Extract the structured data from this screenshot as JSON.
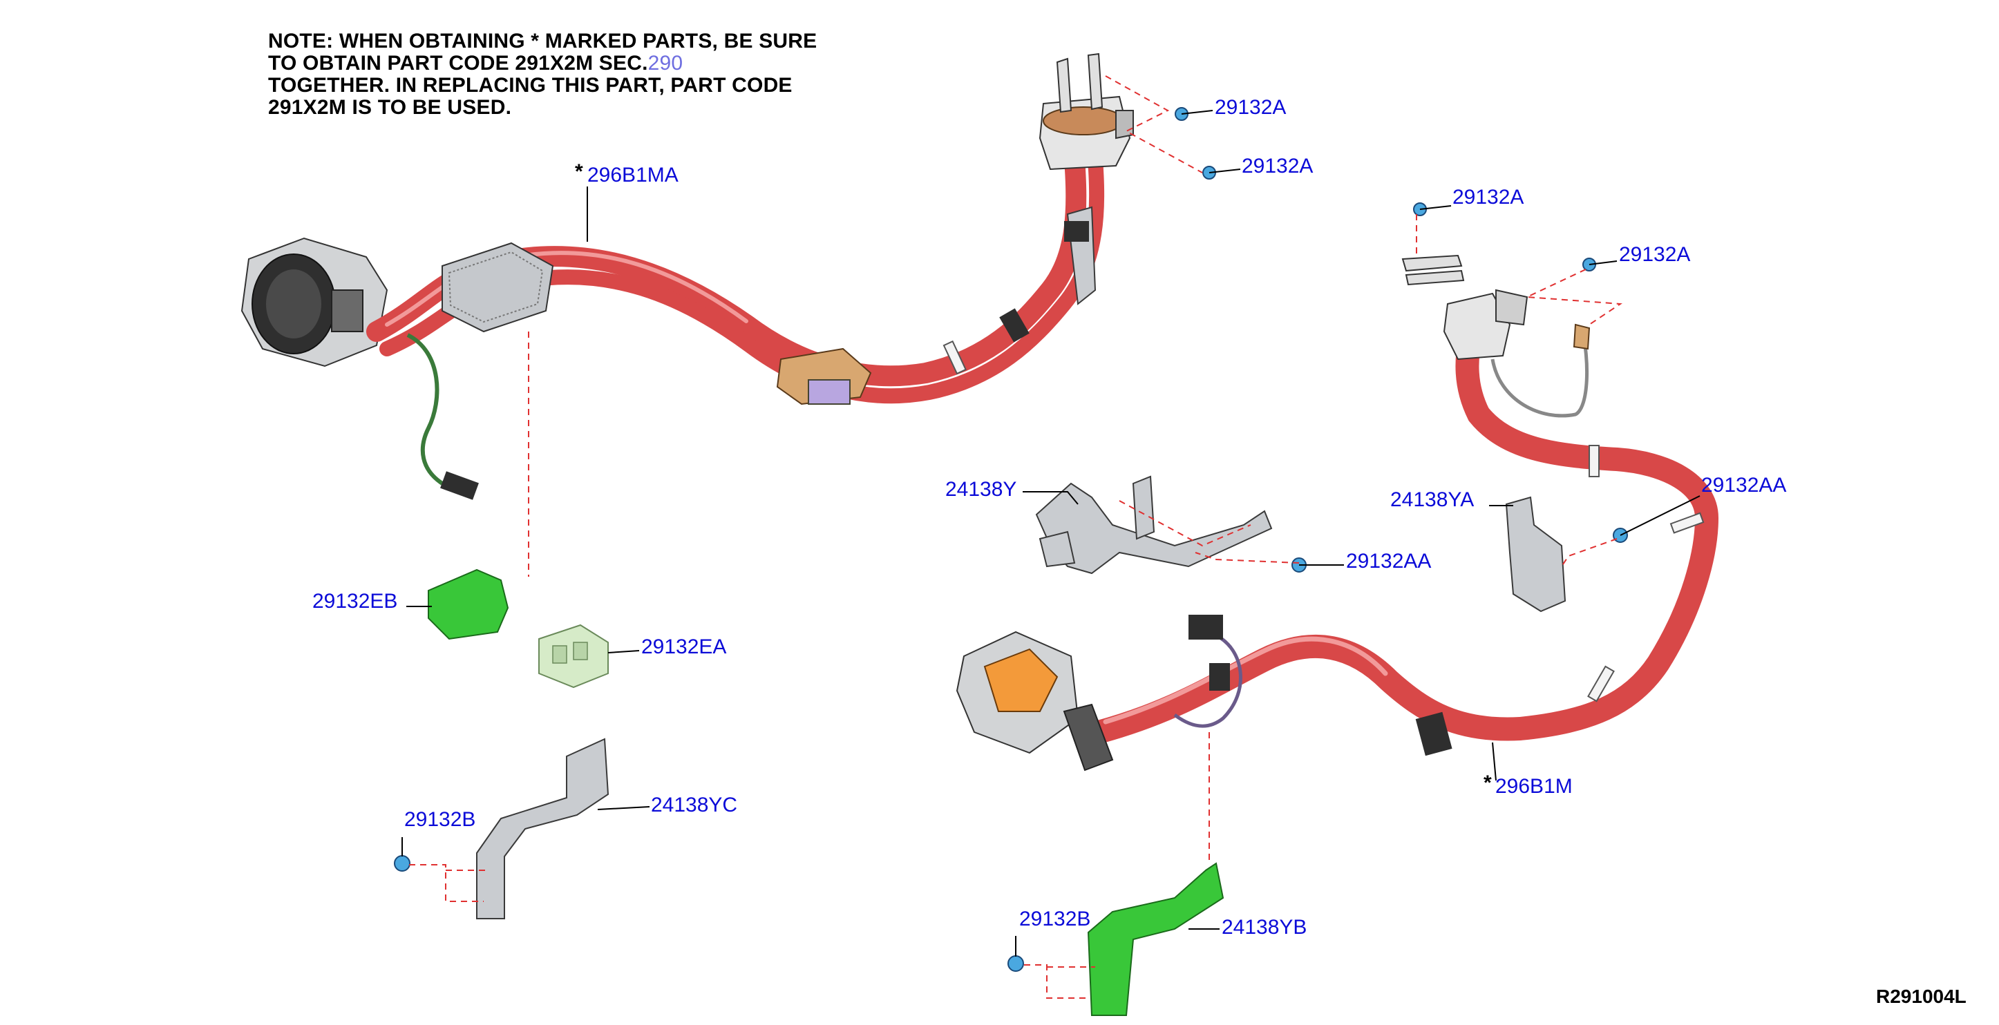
{
  "note": {
    "line1": "NOTE: WHEN OBTAINING * MARKED PARTS, BE SURE",
    "line2_text": "TO OBTAIN PART CODE 291X2M SEC.",
    "line2_link": "290",
    "line3": "TOGETHER. IN REPLACING THIS PART, PART CODE",
    "line4": "291X2M IS TO BE USED."
  },
  "labels": {
    "p296B1MA": "296B1MA",
    "p296B1M": "296B1M",
    "asterisk": "*",
    "a29132A_1": "29132A",
    "a29132A_2": "29132A",
    "a29132A_3": "29132A",
    "a29132A_4": "29132A",
    "a29132AA_1": "29132AA",
    "a29132AA_2": "29132AA",
    "a24138Y": "24138Y",
    "a24138YA": "24138YA",
    "a29132EB": "29132EB",
    "a29132EA": "29132EA",
    "a29132B_1": "29132B",
    "a29132B_2": "29132B",
    "a24138YC": "24138YC",
    "a24138YB": "24138YB"
  },
  "reference_code": "R291004L",
  "colors": {
    "label_blue": "#0b0bd8",
    "cable_red": "#d84848",
    "leader_dash_red": "#e03030",
    "bracket_green": "#39c739",
    "bolt_blue": "#4aa8e0"
  }
}
